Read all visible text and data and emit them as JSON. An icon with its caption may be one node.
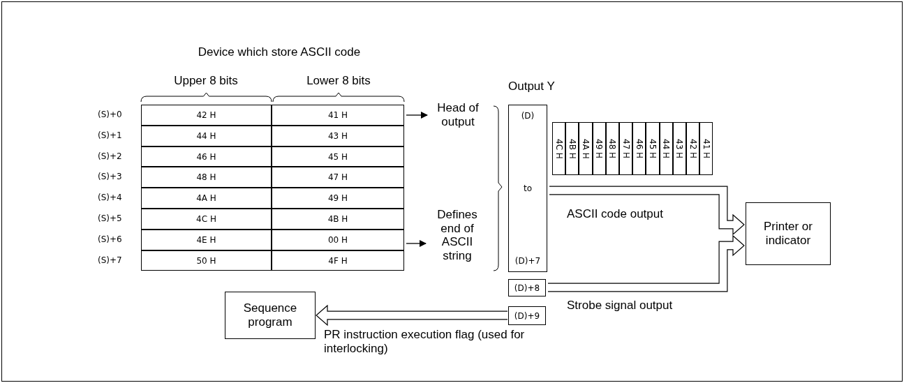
{
  "diagram": {
    "nodes": [
      {
        "text": [
          "41 H"
        ]
      },
      {
        "text": [
          "00 H"
        ]
      },
      {
        "text": [
          "Head of output"
        ]
      },
      {
        "text": [
          "Defines end of ASCII string"
        ]
      },
      {
        "text": [
          "Output Y",
          "(D)",
          "to",
          "(D)+7"
        ]
      },
      {
        "text": [
          "(D)+8"
        ]
      },
      {
        "text": [
          "(D)+9"
        ]
      },
      {
        "text": [
          "Printer or indicator"
        ]
      },
      {
        "text": [
          "Sequence program"
        ]
      }
    ],
    "edges": [
      {
        "from": 0,
        "to": 2,
        "arrow": "to",
        "color": "#000000"
      },
      {
        "from": 1,
        "to": 3,
        "arrow": "to",
        "color": "#000000"
      },
      {
        "from": 4,
        "to": 7,
        "arrow": "to",
        "label": "ASCII code output"
      },
      {
        "from": 5,
        "to": 7,
        "arrow": "to",
        "label": "Strobe signal output"
      },
      {
        "from": 6,
        "to": 8,
        "arrow": "to",
        "label": "PR instruction execution flag (used for interlocking)"
      }
    ],
    "labels": [
      "Device which store ASCII code",
      "Upper 8 bits",
      "Lower 8 bits",
      "(S)+0",
      "42 H",
      "(S)+1",
      "44 H",
      "43 H",
      "(S)+2",
      "46 H",
      "45 H",
      "(S)+3",
      "48 H",
      "47 H",
      "(S)+4",
      "4A H",
      "49 H",
      "(S)+5",
      "4C H",
      "4B H",
      "(S)+6",
      "4E H",
      "(S)+7",
      "50 H",
      "4F H",
      "4C H",
      "4B H",
      "4A H",
      "49 H",
      "48 H",
      "47 H",
      "46 H",
      "45 H",
      "44 H",
      "43 H",
      "42 H",
      "41 H"
    ]
  }
}
